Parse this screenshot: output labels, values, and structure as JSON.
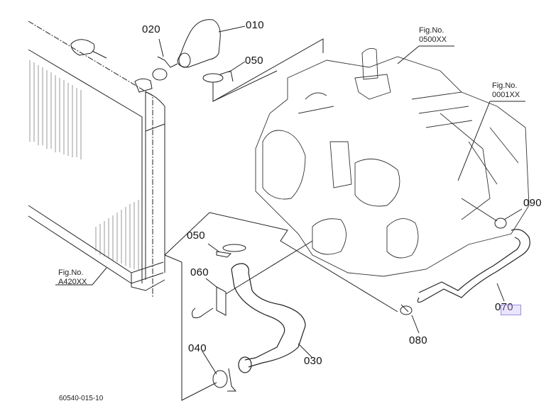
{
  "diagram": {
    "title_code": "60540-015-10",
    "part_labels": [
      {
        "id": "010",
        "text": "010"
      },
      {
        "id": "020",
        "text": "020"
      },
      {
        "id": "050a",
        "text": "050"
      },
      {
        "id": "050b",
        "text": "050"
      },
      {
        "id": "060",
        "text": "060"
      },
      {
        "id": "040",
        "text": "040"
      },
      {
        "id": "030",
        "text": "030"
      },
      {
        "id": "080",
        "text": "080"
      },
      {
        "id": "070",
        "text": "070"
      },
      {
        "id": "090",
        "text": "090"
      }
    ],
    "figure_refs": [
      {
        "id": "fig-0500",
        "line1": "Fig.No.",
        "line2": "0500XX"
      },
      {
        "id": "fig-0001",
        "line1": "Fig.No.",
        "line2": "0001XX"
      },
      {
        "id": "fig-a420",
        "line1": "Fig.No.",
        "line2": "A420XX"
      }
    ],
    "highlight": {
      "target": "070",
      "color": "#9a8ee6"
    }
  }
}
